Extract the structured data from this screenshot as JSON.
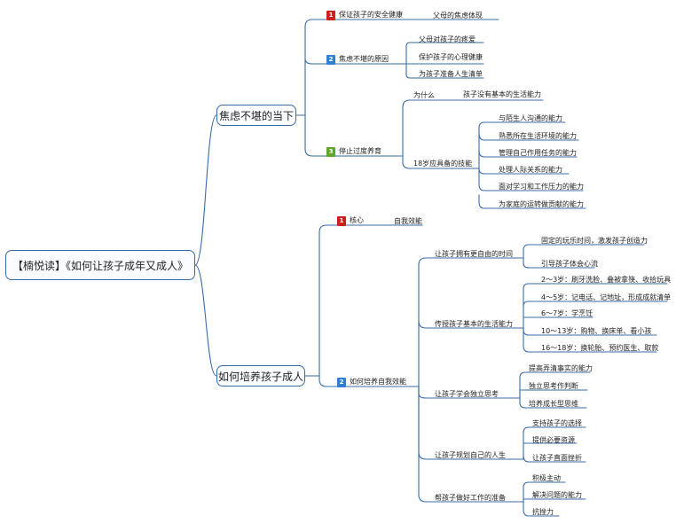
{
  "colors": {
    "line": "#3a6ba5",
    "badge1": "#cc1f1f",
    "badge2": "#2f7fd3",
    "badge3": "#5ea72a"
  },
  "root": "【楠悦读】《如何让孩子成年又成人》",
  "b1": {
    "label": "焦虑不堪的当下",
    "c1": {
      "num": "1",
      "label": "保证孩子的安全健康",
      "kids": [
        "父母的焦虑体现"
      ]
    },
    "c2": {
      "num": "2",
      "label": "焦虑不堪的原因",
      "kids": [
        "父母对孩子的疼爱",
        "保护孩子的心理健康",
        "为孩子准备人生清单"
      ]
    },
    "c3": {
      "num": "3",
      "label": "停止过度养育",
      "why": {
        "label": "为什么",
        "kid": "孩子没有基本的生活能力"
      },
      "skills": {
        "label": "18岁应具备的技能",
        "kids": [
          "与陌生人沟通的能力",
          "熟悉所在生活环境的能力",
          "管理自己作用任务的能力",
          "处理人际关系的能力",
          "面对学习和工作压力的能力",
          "为家庭的运转做贡献的能力"
        ]
      }
    }
  },
  "b2": {
    "label": "如何培养孩子成人",
    "c1": {
      "num": "1",
      "label": "核心",
      "kid": "自我效能"
    },
    "c2": {
      "num": "2",
      "label": "如何培养自我效能",
      "g1": {
        "label": "让孩子拥有更自由的时间",
        "kids": [
          "固定的玩乐时间，激发孩子创造力",
          "引导孩子体会心流"
        ]
      },
      "g2": {
        "label": "传授孩子基本的生活能力",
        "kids": [
          "2～3岁：刷牙洗脸、叠被拿筷、收拾玩具",
          "4～5岁：记电话、记地址，形成成就清单",
          "6～7岁：学烹饪",
          "10～13岁：购物、换床单、看小孩",
          "16～18岁：换轮胎、预约医生、取款"
        ]
      },
      "g3": {
        "label": "让孩子学会独立思考",
        "kids": [
          "提高弄清事实的能力",
          "独立思考作判断",
          "培养成长型思维"
        ]
      },
      "g4": {
        "label": "让孩子规划自己的人生",
        "kids": [
          "支持孩子的选择",
          "提供必要资源",
          "让孩子直面挫折"
        ]
      },
      "g5": {
        "label": "帮孩子做好工作的准备",
        "kids": [
          "积极主动",
          "解决问题的能力",
          "抗挫力"
        ]
      }
    }
  }
}
